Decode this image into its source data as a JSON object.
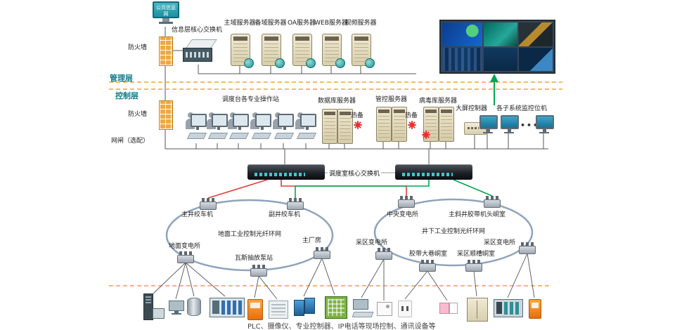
{
  "top": {
    "public_net_label": "公共信息网",
    "firewall_label": "防火墙",
    "info_switch_label": "信息层核心交换机",
    "servers": [
      "主域服务器",
      "备域服务器",
      "OA服务器",
      "WEB服务器",
      "视频服务器"
    ]
  },
  "layers": {
    "management": "管理层",
    "control": "控制层"
  },
  "control_layer": {
    "firewall_label": "防火墙",
    "gateway_label": "网闸（选配）",
    "stations_label": "调度台各专业操作站",
    "database_label": "数据库服务器",
    "mgmt_label": "管控服务器",
    "virus_label": "病毒库服务器",
    "hot_standby": "热备",
    "big_screen_label": "大屏控制器",
    "monitors_label": "各子系统监控位机",
    "dots": "•••"
  },
  "core": {
    "switch_label": "调度室核心交换机"
  },
  "rings": {
    "surface": {
      "label": "地面工业控制光纤环网",
      "nodes": [
        "主井绞车机",
        "副井绞车机",
        "地面变电所",
        "瓦斯抽放泵站",
        "主厂房"
      ]
    },
    "underground": {
      "label": "井下工业控制光纤环网",
      "nodes": [
        "中央变电所",
        "主斜井胶带机头峒室",
        "采区变电所",
        "胶带大巷峒室",
        "采区顺槽峒室",
        "采区变电所"
      ]
    }
  },
  "footer": {
    "caption": "PLC、摄像仪、专业控制器、IP电话等现场控制、通讯设备等"
  },
  "colors": {
    "dashed_orange": "#F0A23C",
    "layer_text_teal": "#127C8C",
    "link_red": "#E53935",
    "link_green": "#00A651",
    "ring_stroke": "#8FA3BC",
    "firewall_orange": "#EFA93F"
  }
}
